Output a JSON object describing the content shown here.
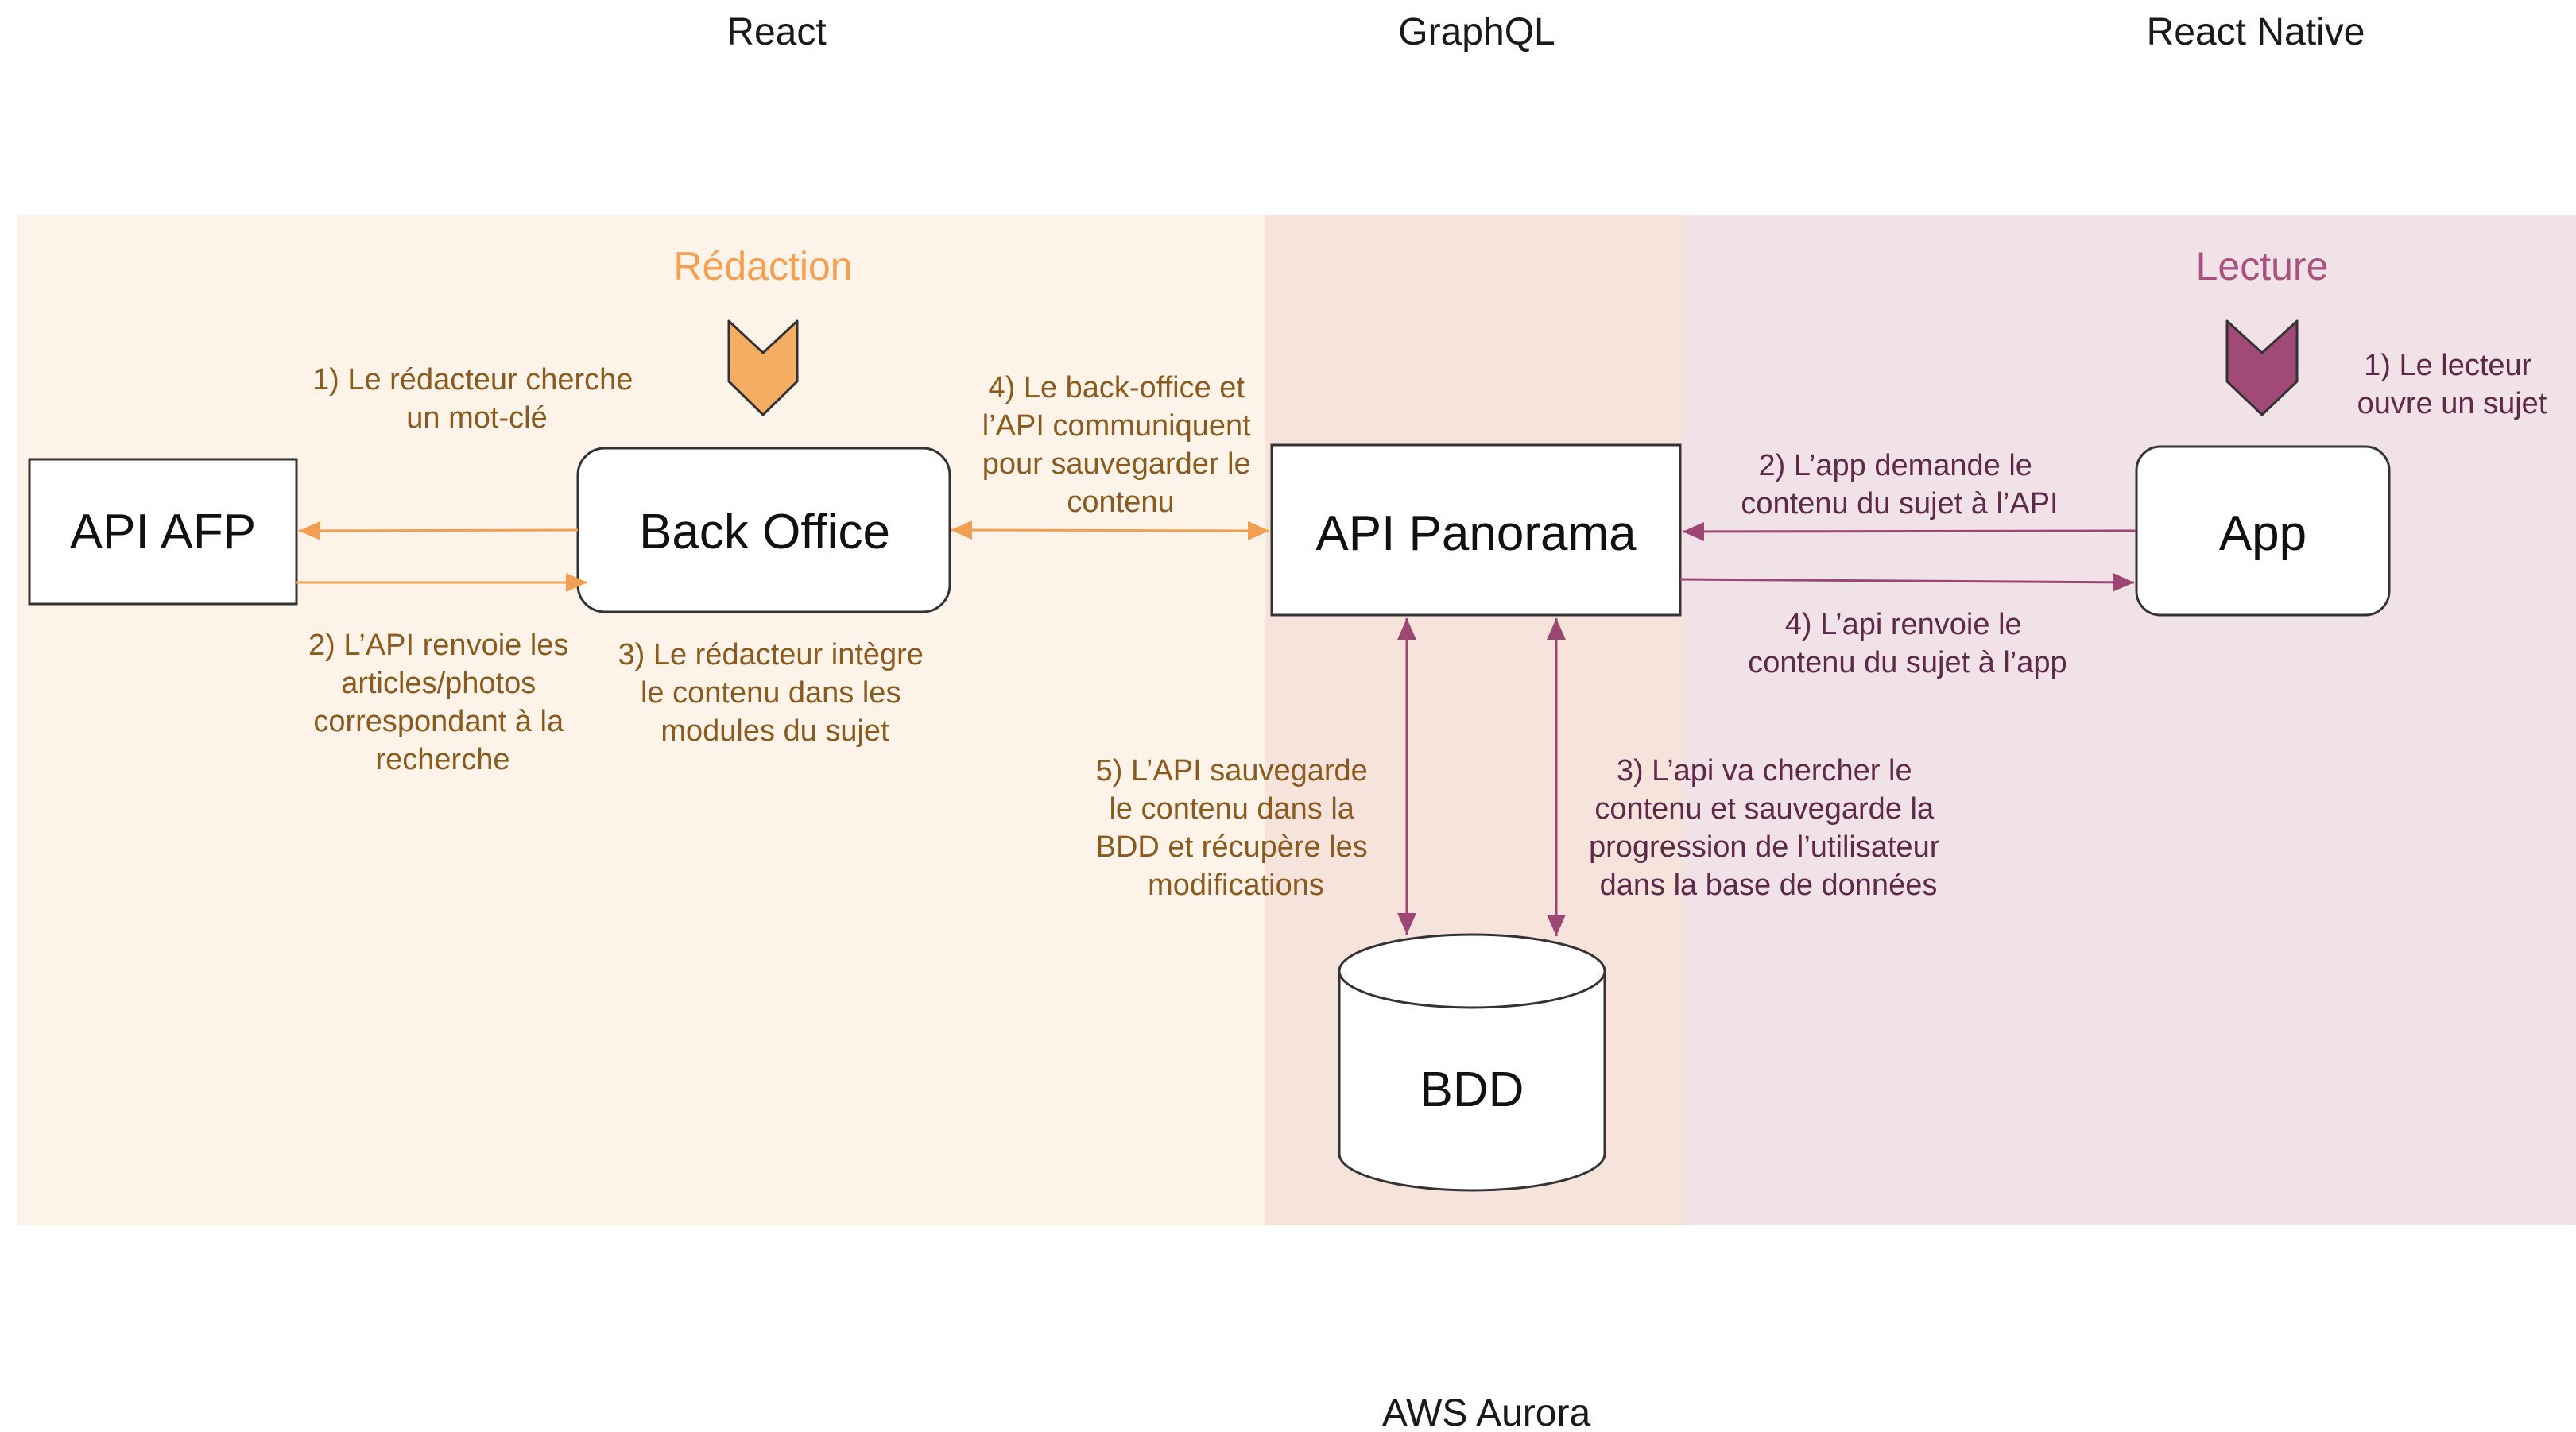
{
  "colors": {
    "redaction_bg": "#fdf3e9",
    "panorama_bg": "#f6e4dc",
    "lecture_bg": "#f1e2e8",
    "orange": "#f0a35a",
    "orange_arrow": "#f0a050",
    "orange_text": "#8a5a1e",
    "purple": "#9c4674",
    "purple_text": "#5f2a4a",
    "redaction_title": "#f4a050",
    "lecture_title": "#a8507e"
  },
  "tech": {
    "react": "React",
    "graphql": "GraphQL",
    "react_native": "React Native",
    "aws": "AWS Aurora"
  },
  "sections": {
    "redaction": "Rédaction",
    "lecture": "Lecture"
  },
  "boxes": {
    "api_afp": "API AFP",
    "back_office": "Back Office",
    "api_panorama": "API Panorama",
    "app": "App",
    "bdd": "BDD"
  },
  "notes": {
    "redaction_1": [
      "1) Le rédacteur cherche",
      "un mot-clé"
    ],
    "redaction_2": [
      "2) L’API renvoie les",
      "articles/photos",
      "correspondant à la",
      "recherche"
    ],
    "redaction_3": [
      "3) Le rédacteur intègre",
      "le contenu dans les",
      "modules du sujet"
    ],
    "redaction_4": [
      "4) Le back-office et",
      "l’API communiquent",
      "pour sauvegarder le",
      "contenu"
    ],
    "redaction_5": [
      "5) L’API sauvegarde",
      "le contenu dans la",
      "BDD et récupère les",
      "modifications"
    ],
    "lecture_1": [
      "1) Le lecteur",
      "ouvre un sujet"
    ],
    "lecture_2": [
      "2) L’app demande le",
      "contenu du sujet à l’API"
    ],
    "lecture_3": [
      "3) L’api va chercher le",
      "contenu et sauvegarde la",
      "progression de l’utilisateur",
      "dans la base de données"
    ],
    "lecture_4": [
      "4) L’api renvoie le",
      "contenu du sujet à l’app"
    ]
  }
}
